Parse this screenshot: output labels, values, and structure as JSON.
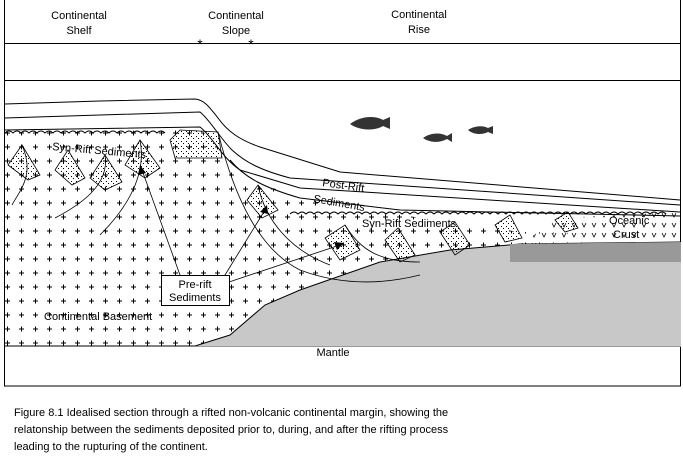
{
  "zones": {
    "shelf": [
      "Continental",
      "Shelf"
    ],
    "slope": [
      "Continental",
      "Slope"
    ],
    "rise": [
      "Continental",
      "Rise"
    ]
  },
  "labels": {
    "syn_rift_upper": "Syn-Rift Sediments",
    "post_rift_1": "Post-Rift",
    "post_rift_2": "Sediments",
    "syn_rift_lower": "Syn-Rift Sediments",
    "oceanic_1": "Oceanic",
    "oceanic_2": "Crust",
    "pre_rift_1": "Pre-rift",
    "pre_rift_2": "Sediments",
    "basement": "Continental Basement",
    "mantle": "Mantle"
  },
  "caption": {
    "line1": "Figure  8.1   Idealised section through a rifted non-volcanic continental margin, showing the",
    "line2": "relatonship between the sediments deposited prior to, during, and after the rifting process",
    "line3": "leading to the rupturing of the continent."
  },
  "colors": {
    "mantle": "#c8c8c8",
    "oceanic_lower": "#999999",
    "line": "#000000"
  }
}
